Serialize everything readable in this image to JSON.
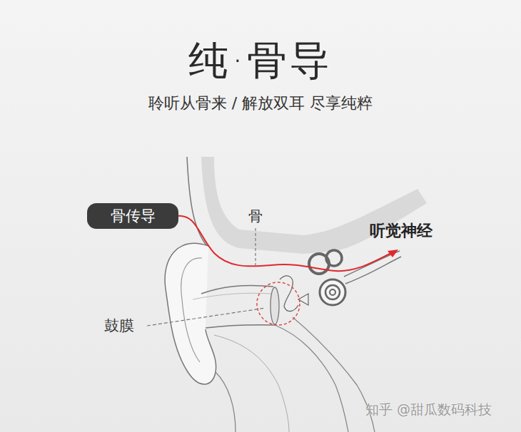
{
  "diagram": {
    "title": "纯·骨导",
    "nodes": [
      {
        "text": [
          "骨传导"
        ]
      }
    ],
    "labels": [
      "聆听从骨来 / 解放双耳 尽享纯粹",
      "骨",
      "听觉神经",
      "鼓膜",
      "知乎 @甜瓜数码科技"
    ]
  }
}
